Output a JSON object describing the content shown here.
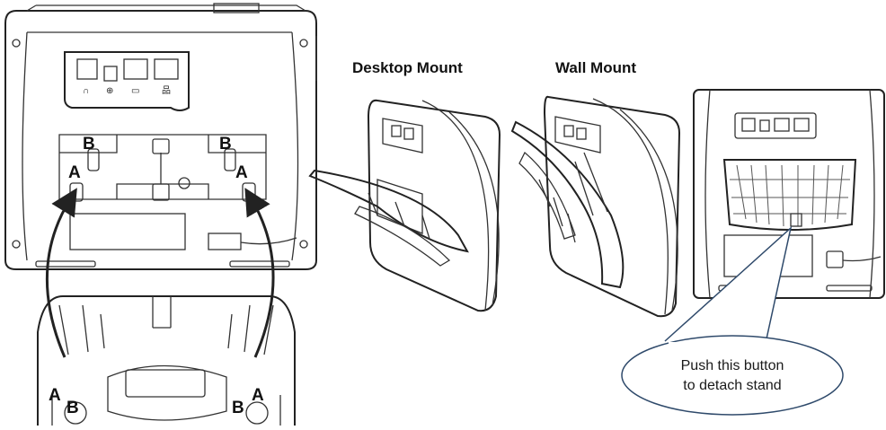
{
  "titles": {
    "desktop": "Desktop  Mount",
    "wall": "Wall  Mount"
  },
  "labels": {
    "a": "A",
    "b": "B"
  },
  "callout": {
    "line1": "Push this button",
    "line2": "to detach stand"
  },
  "colors": {
    "outline": "#222222",
    "callout_border": "#2f4a6b",
    "background": "#ffffff"
  }
}
